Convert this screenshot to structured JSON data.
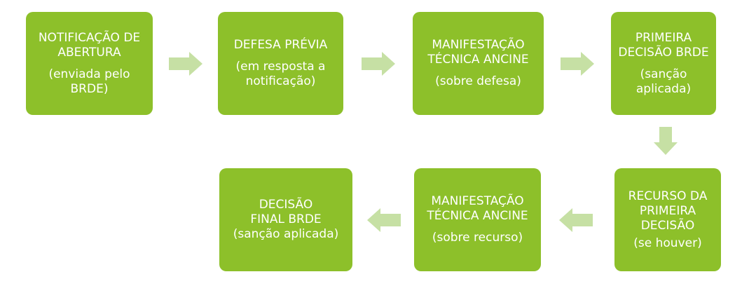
{
  "colors": {
    "box_fill": "#8DC02A",
    "box_text": "#FFFFFF",
    "arrow_fill": "#C6E0A4"
  },
  "steps": [
    {
      "title": "NOTIFICAÇÃO DE\nABERTURA",
      "sub": "(enviada pelo\nBRDE)"
    },
    {
      "title": "DEFESA PRÉVIA",
      "sub": "(em resposta a\nnotificação)"
    },
    {
      "title": "MANIFESTAÇÃO\nTÉCNICA ANCINE",
      "sub": "(sobre defesa)"
    },
    {
      "title": "PRIMEIRA\nDECISÃO BRDE",
      "sub": "(sanção\naplicada)"
    },
    {
      "title": "RECURSO DA\nPRIMEIRA\nDECISÃO",
      "sub": "(se houver)"
    },
    {
      "title": "MANIFESTAÇÃO\nTÉCNICA ANCINE",
      "sub": "(sobre recurso)"
    },
    {
      "title": "DECISÃO\nFINAL BRDE",
      "sub": "(sanção aplicada)"
    }
  ]
}
